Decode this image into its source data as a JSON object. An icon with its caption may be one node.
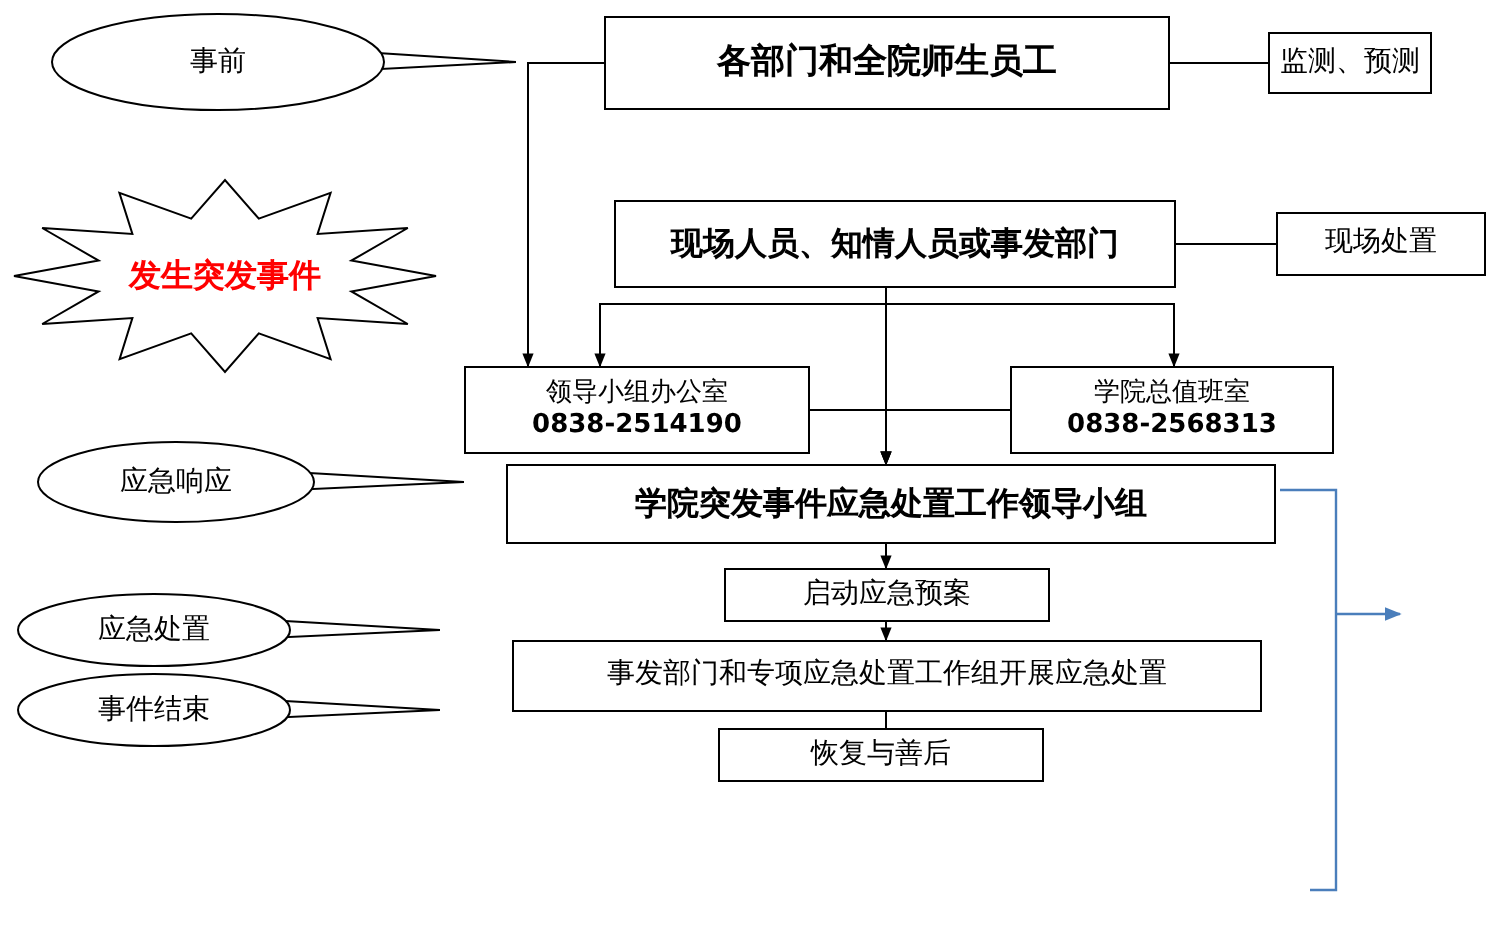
{
  "diagram": {
    "nodes": [
      {
        "text": [
          "事前"
        ]
      },
      {
        "text": [
          "各部门和全院师生员工"
        ]
      },
      {
        "text": [
          "监测、预测"
        ]
      },
      {
        "text": [
          "发生突发事件"
        ]
      },
      {
        "text": [
          "现场人员、知情人员或事发部门"
        ]
      },
      {
        "text": [
          "现场处置"
        ]
      },
      {
        "text": [
          "领导小组办公室",
          "0838-2514190"
        ]
      },
      {
        "text": [
          "学院总值班室",
          "0838-2568313"
        ]
      },
      {
        "text": [
          "应急响应"
        ]
      },
      {
        "text": [
          "学院突发事件应急处置工作领导小组"
        ]
      },
      {
        "text": [
          "启动应急预案"
        ]
      },
      {
        "text": [
          "应急处置"
        ]
      },
      {
        "text": [
          "事件结束"
        ]
      },
      {
        "text": [
          "事发部门和专项应急处置工作组开展应急处置"
        ]
      },
      {
        "text": [
          "恢复与善后"
        ]
      }
    ],
    "edges": [
      {
        "from": 1,
        "to": 2,
        "arrow": "none"
      },
      {
        "from": 1,
        "to": 6,
        "arrow": "to"
      },
      {
        "from": 4,
        "to": 5,
        "arrow": "none"
      },
      {
        "from": 4,
        "to": 6,
        "arrow": "to"
      },
      {
        "from": 4,
        "to": 9,
        "arrow": "to"
      },
      {
        "from": 4,
        "to": 7,
        "arrow": "to"
      },
      {
        "from": 6,
        "to": 9,
        "arrow": "to"
      },
      {
        "from": 7,
        "to": 9,
        "arrow": "to"
      },
      {
        "from": 9,
        "to": 10,
        "arrow": "to"
      },
      {
        "from": 10,
        "to": 13,
        "arrow": "to"
      },
      {
        "from": 13,
        "to": 14,
        "arrow": "none"
      }
    ]
  }
}
